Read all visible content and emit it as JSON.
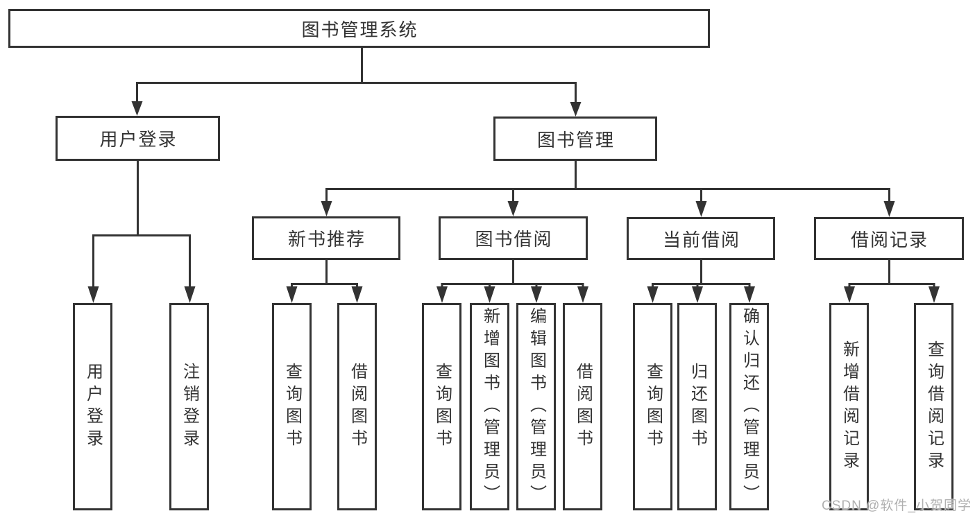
{
  "colors": {
    "background": "#ffffff",
    "line": "#333333",
    "box_border": "#333333",
    "text": "#333333",
    "watermark": "#b0b0b0"
  },
  "watermark": {
    "text": "CSDN @软件_小贺同学"
  },
  "tree": {
    "root": {
      "label": "图书管理系统"
    },
    "children": [
      {
        "label": "用户登录",
        "children": [
          {
            "label": "用户登录"
          },
          {
            "label": "注销登录"
          }
        ]
      },
      {
        "label": "图书管理",
        "children": [
          {
            "label": "新书推荐",
            "children": [
              {
                "label": "查询图书"
              },
              {
                "label": "借阅图书"
              }
            ]
          },
          {
            "label": "图书借阅",
            "children": [
              {
                "label": "查询图书"
              },
              {
                "label": "新增图书（管理员）"
              },
              {
                "label": "编辑图书（管理员）"
              },
              {
                "label": "借阅图书"
              }
            ]
          },
          {
            "label": "当前借阅",
            "children": [
              {
                "label": "查询图书"
              },
              {
                "label": "归还图书"
              },
              {
                "label": "确认归还（管理员）"
              }
            ]
          },
          {
            "label": "借阅记录",
            "children": [
              {
                "label": "新增借阅记录"
              },
              {
                "label": "查询借阅记录"
              }
            ]
          }
        ]
      }
    ]
  }
}
